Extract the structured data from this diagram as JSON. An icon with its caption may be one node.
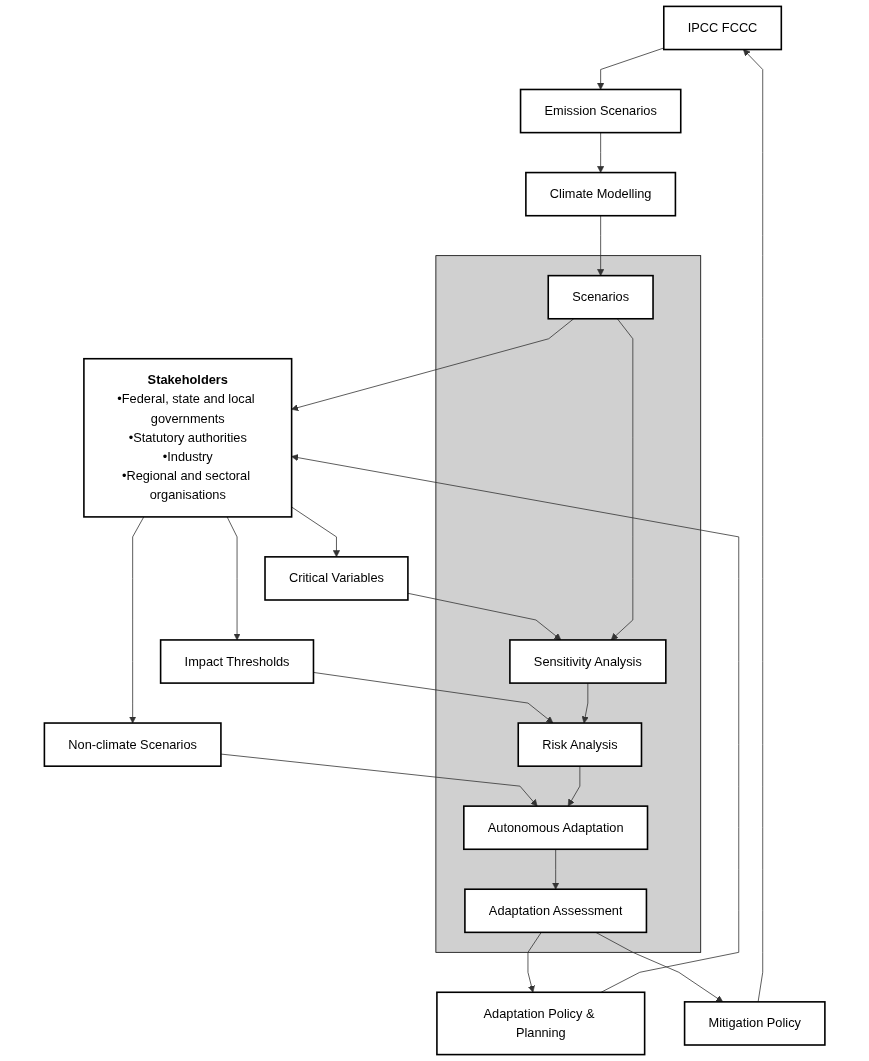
{
  "diagram": {
    "nodes": [
      {
        "text": [
          "IPCC FCCC"
        ]
      },
      {
        "text": [
          "Emission Scenarios"
        ]
      },
      {
        "text": [
          "Climate Modelling"
        ]
      },
      {
        "text": [],
        "shape": "box"
      },
      {
        "text": [
          "Scenarios"
        ],
        "in": 3
      },
      {
        "text": [
          "Stakeholders",
          "•Federal, state and local governments",
          "•Statutory authorities",
          "•Industry",
          "•Regional and sectoral organisations"
        ]
      },
      {
        "text": [
          "Critical Variables"
        ]
      },
      {
        "text": [
          "Sensitivity Analysis"
        ],
        "in": 3
      },
      {
        "text": [
          "Impact Thresholds"
        ]
      },
      {
        "text": [
          "Risk Analysis"
        ],
        "in": 3
      },
      {
        "text": [
          "Non-climate Scenarios"
        ]
      },
      {
        "text": [
          "Autonomous Adaptation"
        ],
        "in": 3
      },
      {
        "text": [
          "Adaptation Policy & Planning"
        ]
      },
      {
        "text": [
          "Adaptation Assessment"
        ],
        "in": 3
      },
      {
        "text": [
          "Mitigation Policy"
        ]
      }
    ],
    "edges": [
      {
        "from": 0,
        "to": 1,
        "arrow": "to"
      },
      {
        "from": 1,
        "to": 2,
        "arrow": "to"
      },
      {
        "from": 2,
        "to": 4,
        "arrow": "to"
      },
      {
        "from": 4,
        "to": 5,
        "arrow": "to"
      },
      {
        "from": 5,
        "to": 6,
        "arrow": "to"
      },
      {
        "from": 6,
        "to": 7,
        "arrow": "to"
      },
      {
        "from": 4,
        "to": 7,
        "arrow": "to"
      },
      {
        "from": 5,
        "to": 8,
        "arrow": "to"
      },
      {
        "from": 8,
        "to": 9,
        "arrow": "to"
      },
      {
        "from": 7,
        "to": 9,
        "arrow": "to"
      },
      {
        "from": 5,
        "to": 10,
        "arrow": "to"
      },
      {
        "from": 10,
        "to": 11,
        "arrow": "to"
      },
      {
        "from": 9,
        "to": 11,
        "arrow": "to"
      },
      {
        "from": 11,
        "to": 13,
        "arrow": "to"
      },
      {
        "from": 13,
        "to": 12,
        "arrow": "to"
      },
      {
        "from": 12,
        "to": 5,
        "arrow": "to"
      },
      {
        "from": 13,
        "to": 14,
        "arrow": "to"
      },
      {
        "from": 14,
        "to": 0,
        "arrow": "to"
      }
    ]
  }
}
